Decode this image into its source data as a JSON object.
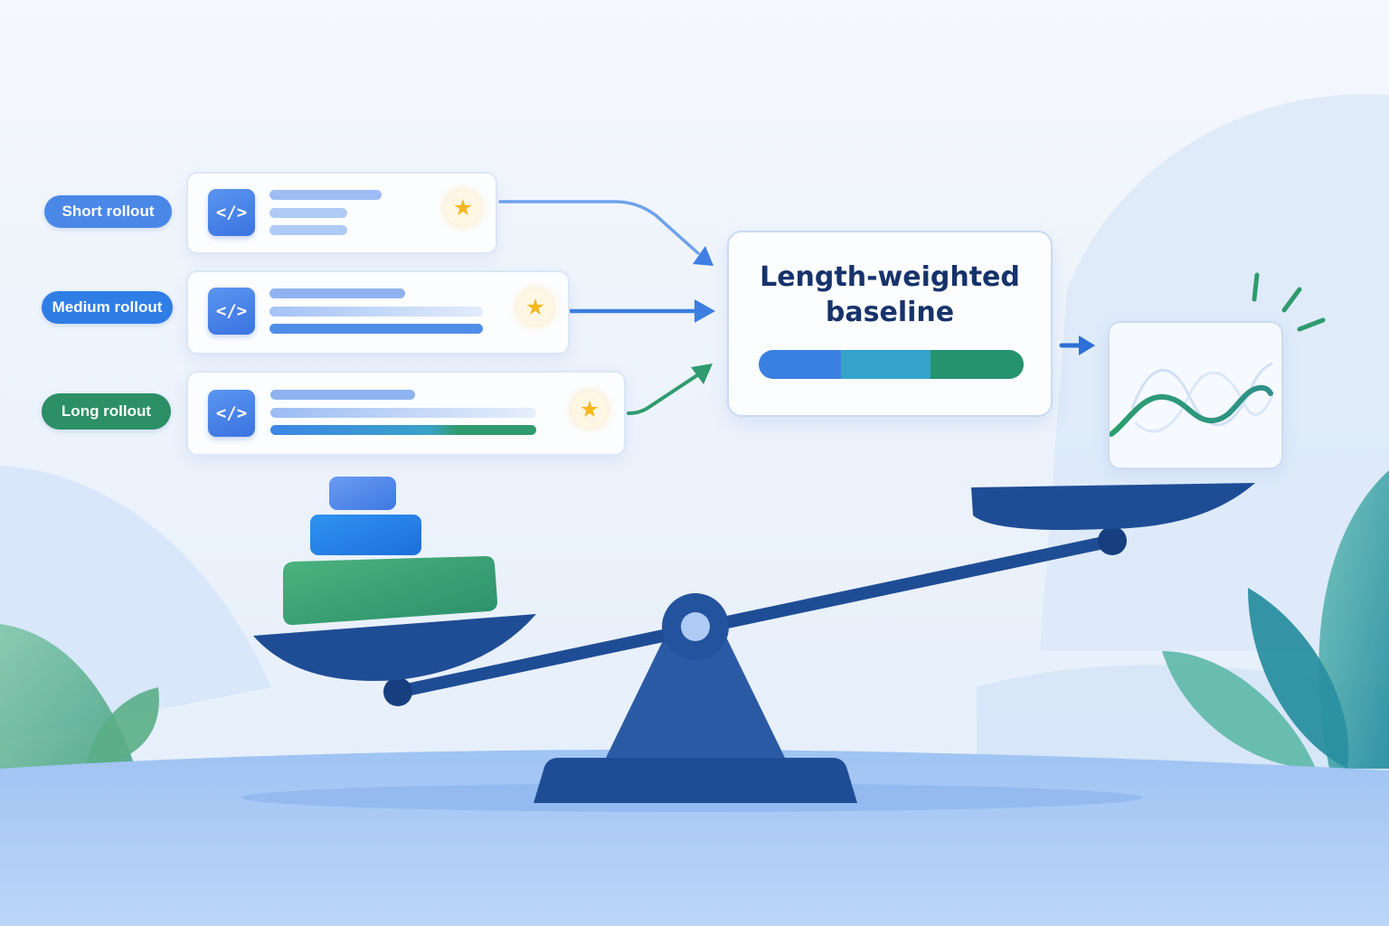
{
  "rollouts": [
    {
      "label": "Short rollout",
      "pill_color": "#4a88e8",
      "code_icon_text": "</>",
      "icon": "star-icon",
      "star_glyph": "★",
      "line_colors": [
        "#9dbdf4",
        "#aecaf6",
        "#aecaf6"
      ]
    },
    {
      "label": "Medium rollout",
      "pill_color": "#2f7ee6",
      "code_icon_text": "</>",
      "icon": "star-icon",
      "star_glyph": "★",
      "line_colors": [
        "#8fb3f0",
        "#a8c6f6",
        "#4f8ee8"
      ]
    },
    {
      "label": "Long rollout",
      "pill_color": "#2c8f66",
      "code_icon_text": "</>",
      "icon": "star-icon",
      "star_glyph": "★",
      "line_colors": [
        "#8fb3f0",
        "#b9d2f7",
        "#3d86e6"
      ]
    }
  ],
  "baseline": {
    "title": "Length-weighted\nbaseline",
    "bar_colors": [
      "#3a7fe2",
      "#35a3c9",
      "#25936e"
    ]
  },
  "colors": {
    "navy": "#1f4d95",
    "green": "#2f9b6e",
    "blue": "#3d7fe0",
    "sky": "#eef4fc"
  },
  "icons": [
    "code-icon",
    "star-icon",
    "arrow-right-icon",
    "balance-scale",
    "wave-chart-icon",
    "leaf-decoration"
  ]
}
